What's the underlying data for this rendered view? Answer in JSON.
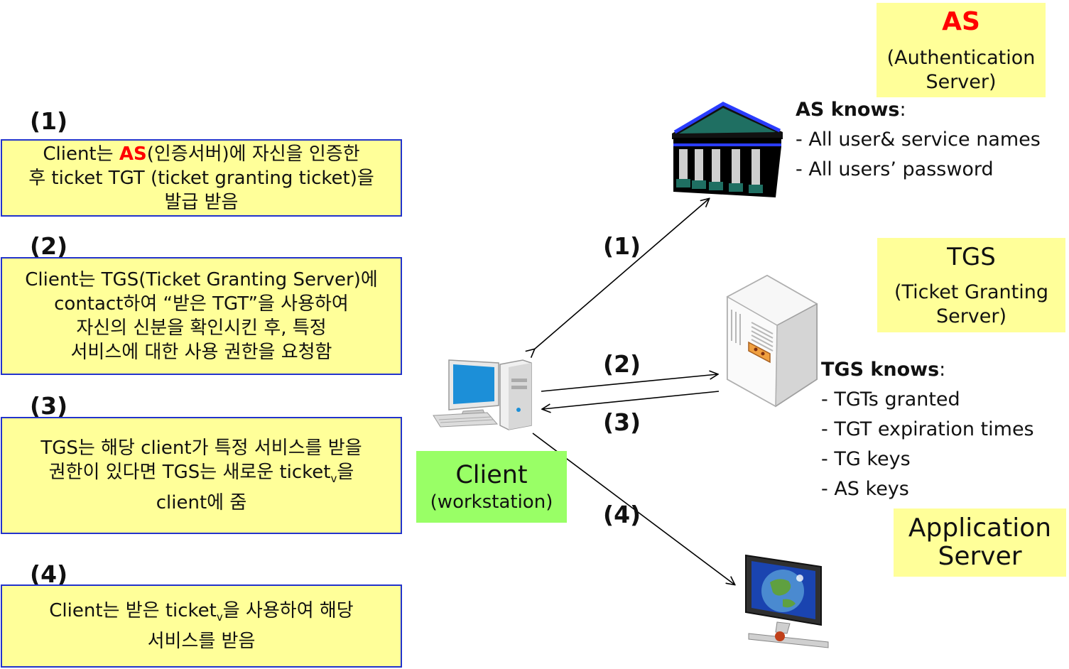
{
  "steps": [
    {
      "number": "(1)",
      "text_prefix": "Client는 ",
      "highlight": "AS",
      "text_suffix": "(인증서버)에 자신을 인증한",
      "line2": "후 ticket TGT (ticket granting ticket)을",
      "line3": "발급 받음"
    },
    {
      "number": "(2)",
      "line1": "Client는 TGS(Ticket Granting Server)에",
      "line2": "contact하여 “받은 TGT”을 사용하여",
      "line3": "자신의 신분을 확인시킨 후, 특정",
      "line4": "서비스에 대한 사용 권한을 요청함"
    },
    {
      "number": "(3)",
      "line1": "TGS는 해당 client가 특정 서비스를 받을",
      "line2_prefix": "권한이 있다면 TGS는 새로운 ticket",
      "line2_sub": "v",
      "line2_suffix": "을",
      "line3": "client에 줌"
    },
    {
      "number": "(4)",
      "line1_prefix": "Client는 받은 ticket",
      "line1_sub": "v",
      "line1_suffix": "을 사용하여 해당",
      "line2": "서비스를 받음"
    }
  ],
  "as_card": {
    "title": "AS",
    "subtitle": "(Authentication Server)",
    "subtitle_l1": "(Authentication",
    "subtitle_l2": "Server)"
  },
  "as_knows": {
    "heading": "AS knows",
    "colon": ":",
    "items": [
      "- All user& service names",
      "- All users’ password"
    ]
  },
  "tgs_card": {
    "title": "TGS",
    "subtitle_l1": "(Ticket Granting",
    "subtitle_l2": "Server)"
  },
  "tgs_knows": {
    "heading": "TGS knows",
    "colon": ":",
    "items": [
      "- TGTs granted",
      "- TGT expiration times",
      "- TG keys",
      "- AS keys"
    ]
  },
  "app_card": {
    "line1": "Application",
    "line2": "Server"
  },
  "client_card": {
    "title": "Client",
    "subtitle": "(workstation)"
  },
  "arrow_labels": [
    "(1)",
    "(2)",
    "(3)",
    "(4)"
  ],
  "colors": {
    "step_box_fill": "#ffff99",
    "step_box_border": "#2233cc",
    "client_fill": "#99ff66",
    "highlight": "#ff0000"
  },
  "icons": [
    "bank-building-icon",
    "server-tower-icon",
    "desktop-computer-icon",
    "globe-monitor-icon"
  ]
}
